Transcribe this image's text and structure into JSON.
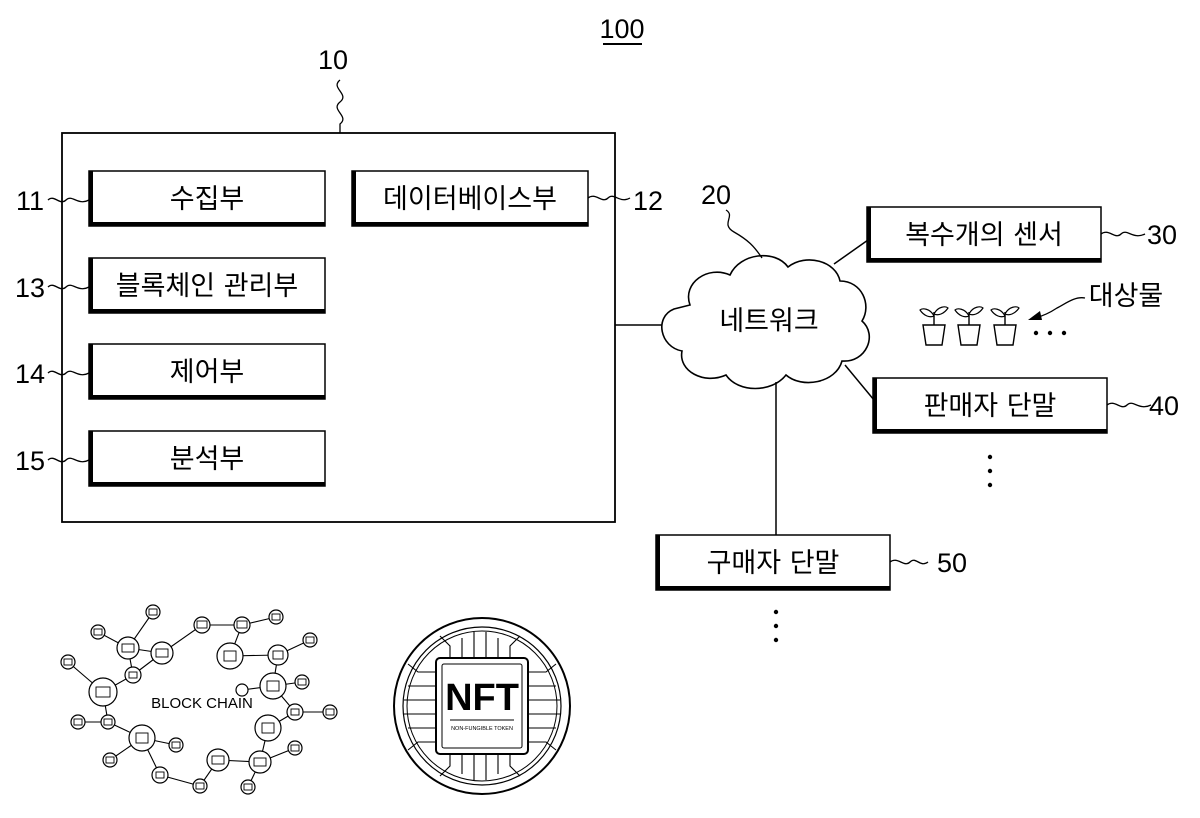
{
  "figure_number": "100",
  "system": {
    "ref": "10"
  },
  "modules": [
    {
      "ref": "11",
      "label": "수집부"
    },
    {
      "ref": "12",
      "label": "데이터베이스부"
    },
    {
      "ref": "13",
      "label": "블록체인 관리부"
    },
    {
      "ref": "14",
      "label": "제어부"
    },
    {
      "ref": "15",
      "label": "분석부"
    }
  ],
  "network": {
    "ref": "20",
    "label": "네트워크"
  },
  "sensors": {
    "ref": "30",
    "label": "복수개의 센서"
  },
  "objects": {
    "label": "대상물"
  },
  "seller": {
    "ref": "40",
    "label": "판매자 단말"
  },
  "buyer": {
    "ref": "50",
    "label": "구매자 단말"
  },
  "blockchain_image": {
    "label": "BLOCK CHAIN"
  },
  "nft_image": {
    "label": "NFT",
    "sublabel": "NON-FUNGIBLE TOKEN"
  }
}
